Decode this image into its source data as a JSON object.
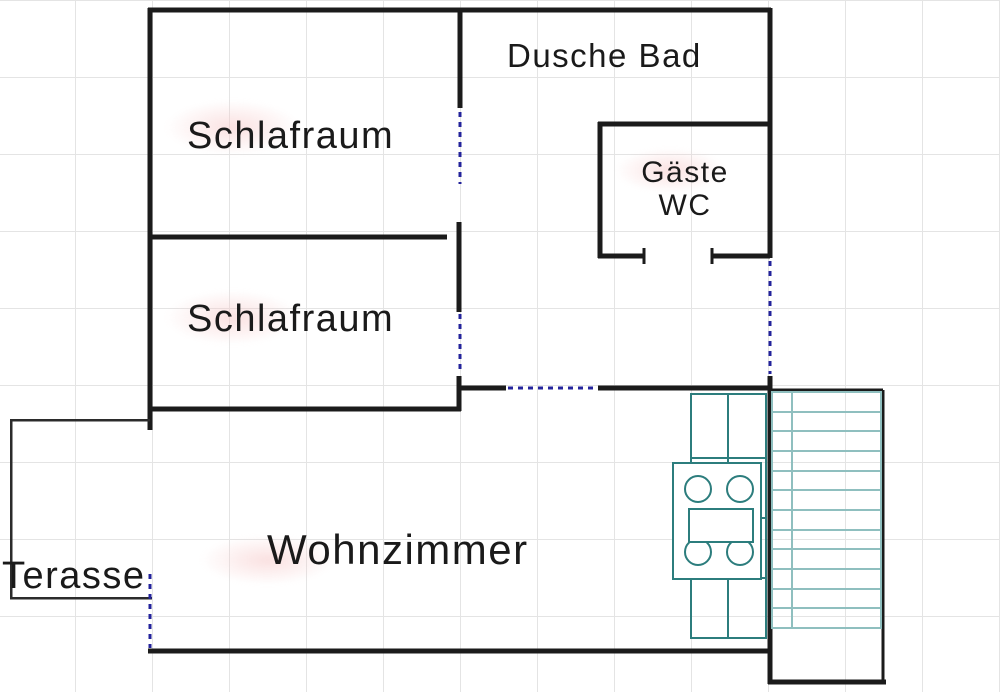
{
  "plan_type": "apartment-floor-plan",
  "rooms": {
    "dusche_bad": "Dusche Bad",
    "schlafraum1": "Schlafraum",
    "gaeste_line1": "Gäste",
    "gaeste_line2": "WC",
    "schlafraum2": "Schlafraum",
    "wohnzimmer": "Wohnzimmer",
    "terasse": "Terasse"
  },
  "colors": {
    "wall": "#1b1b1b",
    "grid": "#e4e4e4",
    "door": "#23239b",
    "kitchen": "#2c7d7d",
    "stairs": "#8fbfbf",
    "text": "#1a1a1a"
  }
}
